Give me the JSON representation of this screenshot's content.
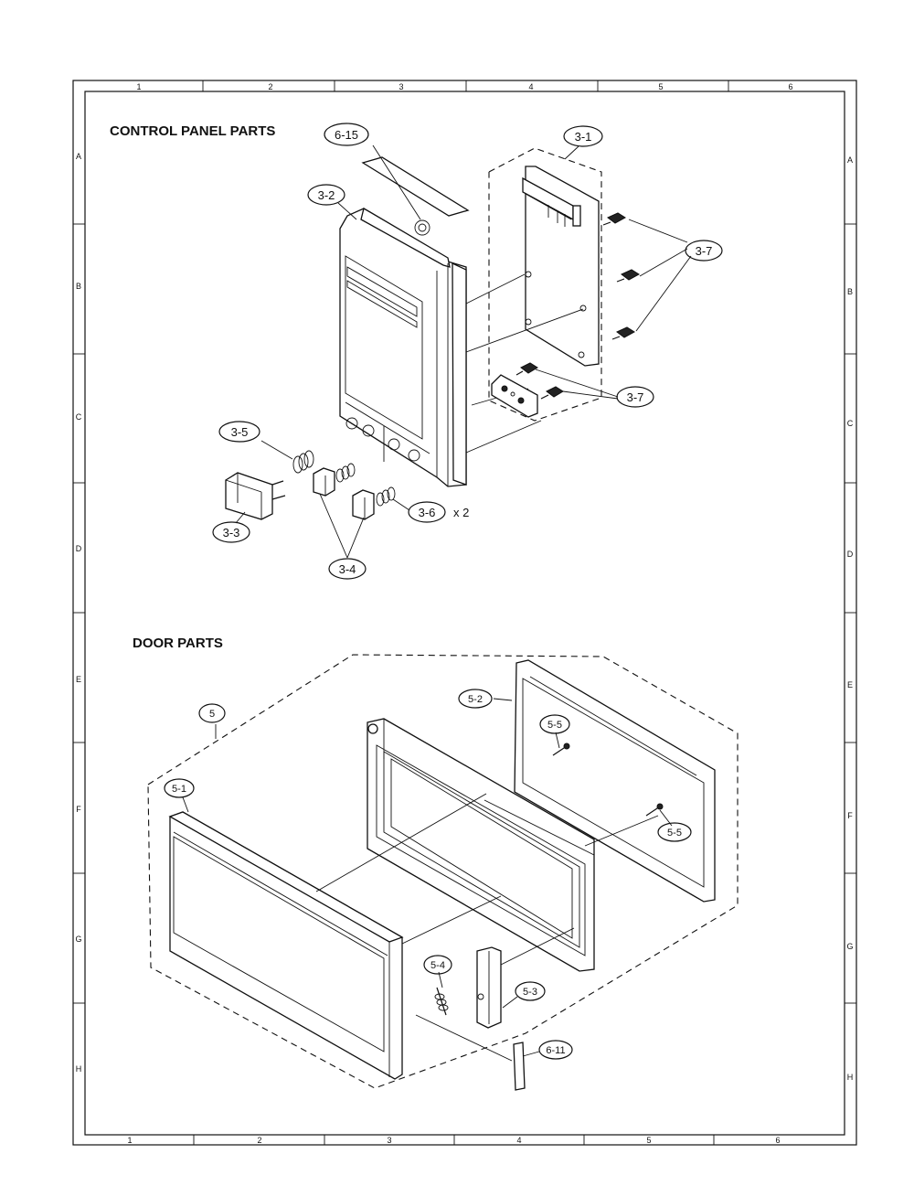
{
  "frame": {
    "columns_top": [
      "1",
      "2",
      "3",
      "4",
      "5",
      "6"
    ],
    "columns_bottom": [
      "1",
      "2",
      "3",
      "4",
      "5",
      "6"
    ],
    "rows": [
      "A",
      "B",
      "C",
      "D",
      "E",
      "F",
      "G",
      "H"
    ]
  },
  "sections": {
    "control_panel": "CONTROL PANEL PARTS",
    "door": "DOOR PARTS"
  },
  "callouts": {
    "c6_15": "6-15",
    "c3_1": "3-1",
    "c3_2": "3-2",
    "c3_7a": "3-7",
    "c3_7b": "3-7",
    "c3_5": "3-5",
    "c3_6": "3-6",
    "c3_6_qty": "x 2",
    "c3_3": "3-3",
    "c3_4": "3-4",
    "c5": "5",
    "c5_2": "5-2",
    "c5_5a": "5-5",
    "c5_5b": "5-5",
    "c5_1": "5-1",
    "c5_4": "5-4",
    "c5_3": "5-3",
    "c6_11": "6-11"
  }
}
